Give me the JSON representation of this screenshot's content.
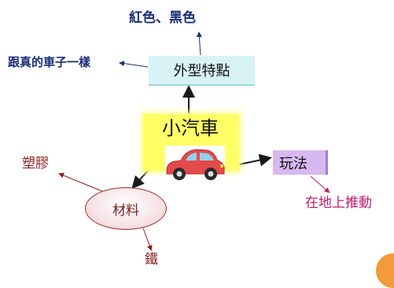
{
  "diagram": {
    "center": {
      "label": "小汽車"
    },
    "appearance": {
      "label": "外型特點"
    },
    "appearance_top": {
      "label": "紅色、黑色"
    },
    "appearance_left": {
      "label": "跟真的車子一樣"
    },
    "play": {
      "label": "玩法"
    },
    "play_detail": {
      "label": "在地上推動"
    },
    "material": {
      "label": "材料"
    },
    "material_plastic": {
      "label": "塑膠"
    },
    "material_iron": {
      "label": "鐵"
    }
  },
  "colors": {
    "dark_arrow": "#1a1a1a",
    "blue_arrow": "#1a2e7a",
    "red_arrow": "#8a1e1e",
    "pink_arrow": "#c21a6b",
    "center_bg": "#ffff66",
    "appearance_bg": "#d8f3f6",
    "play_bg": "#d8b8f0",
    "car_body": "#e34b4b"
  },
  "icons": {
    "car": "toy-car-icon",
    "corner": "orange-circle-decoration"
  }
}
